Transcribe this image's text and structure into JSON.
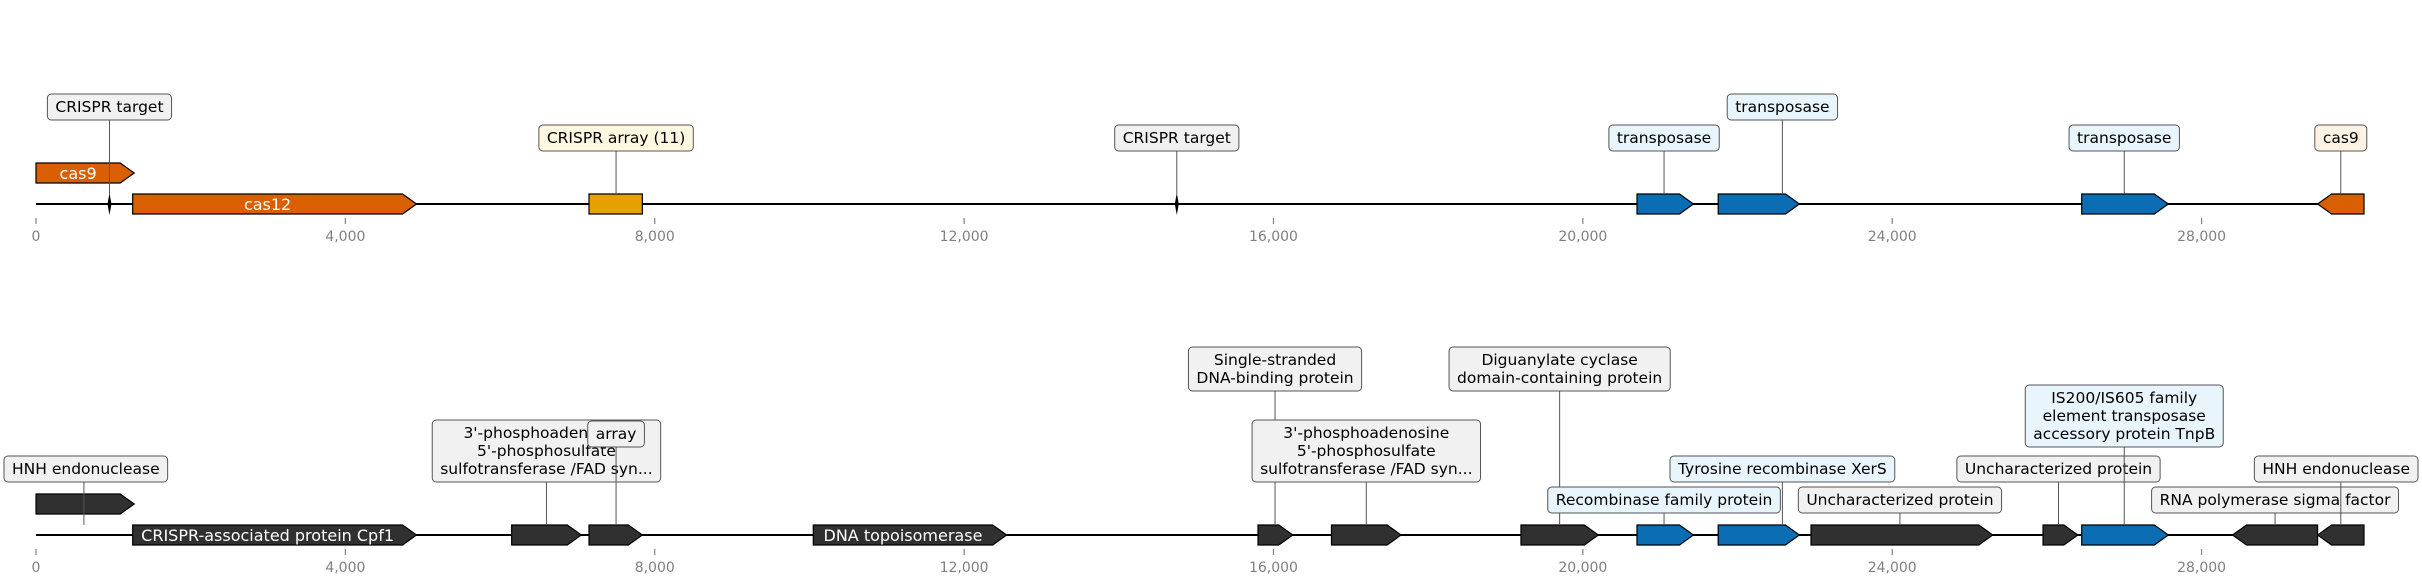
{
  "colors": {
    "orange": "#d95f02",
    "gold": "#e6a000",
    "blue": "#0b6eb4",
    "dark": "#303030",
    "box_orange": "#fdf3e4",
    "box_gold": "#fff8e1",
    "box_blue": "#e8f5fc",
    "box_gray": "#f1f1f1"
  },
  "chart_data": [
    {
      "type": "genome-map",
      "xlim": [
        0,
        30100
      ],
      "ticks": [
        0,
        4000,
        8000,
        12000,
        16000,
        20000,
        24000,
        28000
      ],
      "tick_labels": [
        "0",
        "4,000",
        "8,000",
        "12,000",
        "16,000",
        "20,000",
        "24,000",
        "28,000"
      ],
      "features": [
        {
          "start": 0,
          "end": 1270,
          "strand": 1,
          "level": 1,
          "color": "orange",
          "label": "cas9"
        },
        {
          "start": 1250,
          "end": 4920,
          "strand": 1,
          "level": 0,
          "color": "orange",
          "label": "cas12"
        },
        {
          "start": 7150,
          "end": 7840,
          "strand": 0,
          "level": 0,
          "color": "gold",
          "label": ""
        },
        {
          "start": 20700,
          "end": 21430,
          "strand": 1,
          "level": 0,
          "color": "blue",
          "label": ""
        },
        {
          "start": 21750,
          "end": 22800,
          "strand": 1,
          "level": 0,
          "color": "blue",
          "label": ""
        },
        {
          "start": 26450,
          "end": 27570,
          "strand": 1,
          "level": 0,
          "color": "blue",
          "label": ""
        },
        {
          "start": 29500,
          "end": 30100,
          "strand": -1,
          "level": 0,
          "color": "orange",
          "label": ""
        }
      ],
      "markers": [
        950,
        14750
      ],
      "annotations": [
        {
          "text": "CRISPR target",
          "x": 950,
          "level": 2,
          "box": "box_gray"
        },
        {
          "text": "CRISPR array (11)",
          "x": 7500,
          "level": 1,
          "box": "box_gold"
        },
        {
          "text": "CRISPR target",
          "x": 14750,
          "level": 1,
          "box": "box_gray"
        },
        {
          "text": "transposase",
          "x": 21050,
          "level": 1,
          "box": "box_blue"
        },
        {
          "text": "transposase",
          "x": 22580,
          "level": 2,
          "box": "box_blue"
        },
        {
          "text": "transposase",
          "x": 27000,
          "level": 1,
          "box": "box_blue"
        },
        {
          "text": "cas9",
          "x": 29800,
          "level": 1,
          "box": "box_orange"
        }
      ]
    },
    {
      "type": "genome-map",
      "xlim": [
        0,
        30100
      ],
      "ticks": [
        0,
        4000,
        8000,
        12000,
        16000,
        20000,
        24000,
        28000
      ],
      "tick_labels": [
        "0",
        "4,000",
        "8,000",
        "12,000",
        "16,000",
        "20,000",
        "24,000",
        "28,000"
      ],
      "features": [
        {
          "start": 0,
          "end": 1270,
          "strand": 1,
          "level": 1,
          "color": "dark",
          "label": ""
        },
        {
          "start": 1250,
          "end": 4920,
          "strand": 1,
          "level": 0,
          "color": "dark",
          "label": "CRISPR-associated protein Cpf1"
        },
        {
          "start": 6150,
          "end": 7050,
          "strand": 1,
          "level": 0,
          "color": "dark",
          "label": ""
        },
        {
          "start": 7150,
          "end": 7840,
          "strand": 1,
          "level": 0,
          "color": "dark",
          "label": ""
        },
        {
          "start": 10050,
          "end": 12550,
          "strand": 1,
          "level": 0,
          "color": "dark",
          "label": "DNA topoisomerase"
        },
        {
          "start": 15800,
          "end": 16250,
          "strand": 1,
          "level": 0,
          "color": "dark",
          "label": ""
        },
        {
          "start": 16750,
          "end": 17650,
          "strand": 1,
          "level": 0,
          "color": "dark",
          "label": ""
        },
        {
          "start": 19200,
          "end": 20200,
          "strand": 1,
          "level": 0,
          "color": "dark",
          "label": ""
        },
        {
          "start": 20700,
          "end": 21430,
          "strand": 1,
          "level": 0,
          "color": "blue",
          "label": ""
        },
        {
          "start": 21750,
          "end": 22800,
          "strand": 1,
          "level": 0,
          "color": "blue",
          "label": ""
        },
        {
          "start": 22950,
          "end": 25300,
          "strand": 1,
          "level": 0,
          "color": "dark",
          "label": ""
        },
        {
          "start": 25950,
          "end": 26400,
          "strand": 1,
          "level": 0,
          "color": "dark",
          "label": ""
        },
        {
          "start": 26450,
          "end": 27570,
          "strand": 1,
          "level": 0,
          "color": "blue",
          "label": ""
        },
        {
          "start": 28400,
          "end": 29500,
          "strand": -1,
          "level": 0,
          "color": "dark",
          "label": ""
        },
        {
          "start": 29500,
          "end": 30100,
          "strand": -1,
          "level": 0,
          "color": "dark",
          "label": ""
        }
      ],
      "markers": [],
      "annotations": [
        {
          "text": "HNH endonuclease",
          "x": 620,
          "level": 1,
          "box": "box_gray"
        },
        {
          "text": "3'-phosphoadenosine\n5'-phosphosulfate\nsulfotransferase /FAD syn...",
          "x": 6600,
          "level": 1,
          "box": "box_gray"
        },
        {
          "text": "array",
          "x": 7500,
          "level": 2,
          "box": "box_gray"
        },
        {
          "text": "Single-stranded\nDNA-binding protein",
          "x": 16020,
          "level": 3,
          "box": "box_gray"
        },
        {
          "text": "3'-phosphoadenosine\n5'-phosphosulfate\nsulfotransferase /FAD syn...",
          "x": 17200,
          "level": 1,
          "box": "box_gray"
        },
        {
          "text": "Diguanylate cyclase\ndomain-containing protein",
          "x": 19700,
          "level": 3,
          "box": "box_gray"
        },
        {
          "text": "Recombinase family protein",
          "x": 21050,
          "level": 0,
          "box": "box_blue"
        },
        {
          "text": "Tyrosine recombinase XerS",
          "x": 22580,
          "level": 1,
          "box": "box_blue"
        },
        {
          "text": "Uncharacterized protein",
          "x": 24100,
          "level": 0,
          "box": "box_gray"
        },
        {
          "text": "Uncharacterized protein",
          "x": 26150,
          "level": 1,
          "box": "box_gray"
        },
        {
          "text": "IS200/IS605 family\nelement transposase\naccessory protein TnpB",
          "x": 27000,
          "level": 2,
          "box": "box_blue"
        },
        {
          "text": "RNA polymerase sigma factor",
          "x": 28950,
          "level": 0,
          "box": "box_gray"
        },
        {
          "text": "HNH endonuclease",
          "x": 29800,
          "level": 1,
          "box": "box_gray"
        }
      ]
    }
  ]
}
